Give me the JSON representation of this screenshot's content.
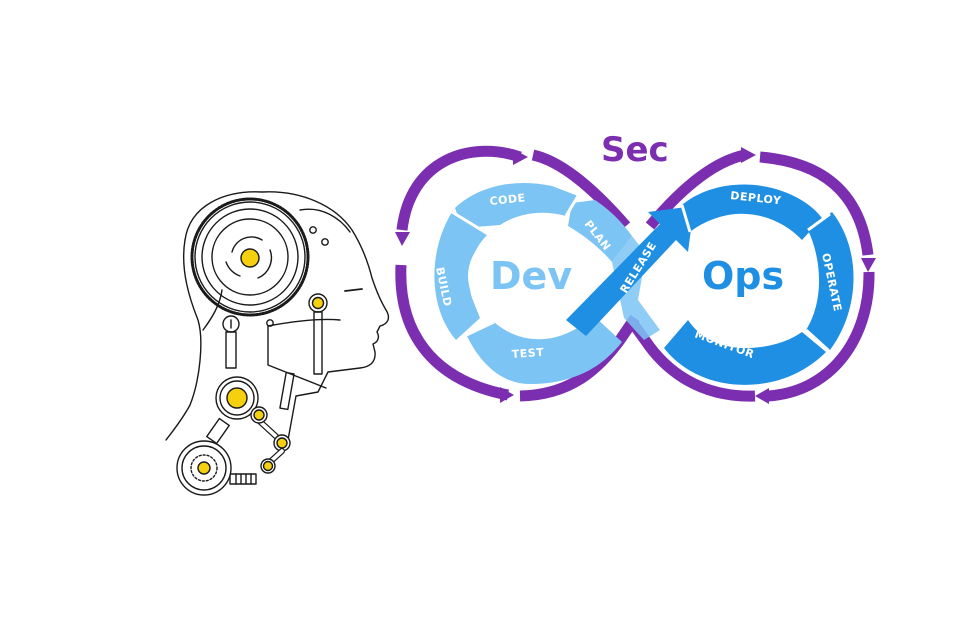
{
  "diagram": {
    "title_top": "Sec",
    "left_word": "Dev",
    "right_word": "Ops",
    "stages": {
      "code": "CODE",
      "plan": "PLAN",
      "build": "BUILD",
      "test": "TEST",
      "release": "RELEASE",
      "deploy": "DEPLOY",
      "operate": "OPERATE",
      "monitor": "MONITOR"
    }
  },
  "colors": {
    "purple": "#7b2fb0",
    "light_blue": "#7cc4f4",
    "dark_blue": "#1e8fe3",
    "accent_yellow": "#f5d00f",
    "line": "#1a1a1a"
  }
}
